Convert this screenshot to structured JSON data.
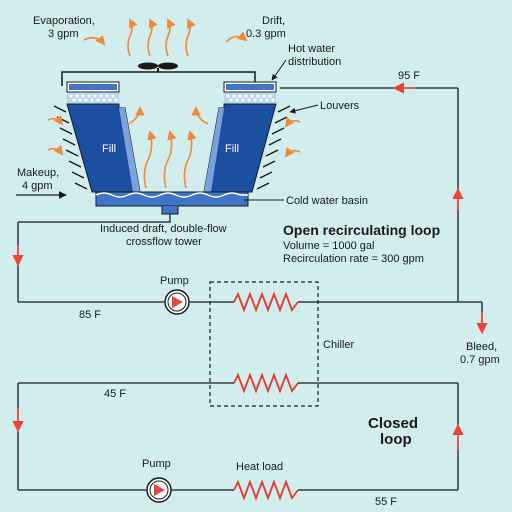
{
  "colors": {
    "background": "#d2eded",
    "fill_blue": "#1d4fa0",
    "water_blue": "#3f74c8",
    "pipe": "#1a1a1a",
    "flow_red": "#e8453c",
    "steam_orange": "#f08a3a",
    "coil_red": "#e03a2e"
  },
  "tower": {
    "evaporation_label": "Evaporation,",
    "evaporation_value": "3 gpm",
    "drift_label": "Drift,",
    "drift_value": "0.3 gpm",
    "hot_water_line1": "Hot water",
    "hot_water_line2": "distribution",
    "louvers_label": "Louvers",
    "fill_left": "Fill",
    "fill_right": "Fill",
    "makeup_label": "Makeup,",
    "makeup_value": "4 gpm",
    "cold_basin_label": "Cold water basin",
    "type_line1": "Induced draft, double-flow",
    "type_line2": "crossflow tower"
  },
  "open_loop": {
    "title": "Open recirculating loop",
    "volume": "Volume = 1000 gal",
    "rate": "Recirculation rate = 300 gpm",
    "temp_hot": "95 F",
    "temp_return": "85 F",
    "pump_label": "Pump",
    "bleed_label": "Bleed,",
    "bleed_value": "0.7 gpm"
  },
  "chiller": {
    "label": "Chiller"
  },
  "closed_loop": {
    "title_line1": "Closed",
    "title_line2": "loop",
    "temp_supply": "45 F",
    "temp_return": "55 F",
    "pump_label": "Pump",
    "heat_load_label": "Heat load"
  }
}
